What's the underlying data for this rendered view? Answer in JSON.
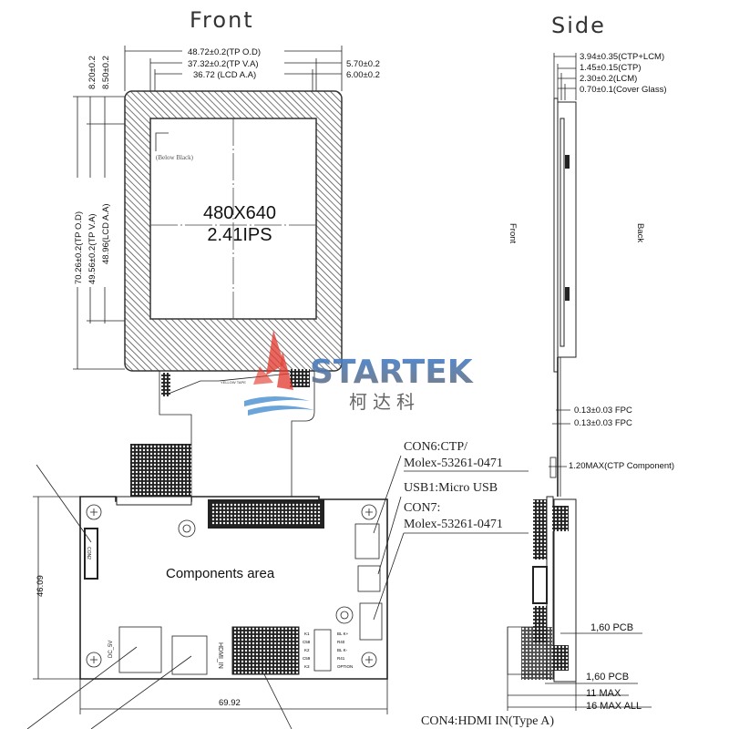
{
  "front": {
    "title": "Front",
    "dims_top": [
      "48.72±0.2(TP O.D)",
      "37.32±0.2(TP V.A)",
      "36.72 (LCD A.A)"
    ],
    "dims_right": [
      "5.70±0.2",
      "6.00±0.2"
    ],
    "dims_left": [
      "70.26±0.2(TP O.D)",
      "49.56±0.2(TP V.A)",
      "48.96(LCD A.A)"
    ],
    "dims_left_top": [
      "8.20±0.2",
      "8.50±0.2"
    ],
    "below_black": "(Below Black)",
    "resolution": "480X640",
    "size": "2.41IPS",
    "yellow_tape": "YELLOW TAPE"
  },
  "pcb": {
    "components_label": "Components area",
    "height_dim": "46.09",
    "width_dim": "69.92",
    "con2_label": "CON2",
    "hdmi_label": "HDMI_IN",
    "dc_label": "DC_5V",
    "con_pins": [
      "K1",
      "C58",
      "K2",
      "C59",
      "K3"
    ],
    "con_pins_right": [
      "BL K+",
      "R40",
      "BL K-",
      "R41",
      "OPTION"
    ]
  },
  "callouts": {
    "con6_line1": "CON6:CTP/",
    "con6_line2": "Molex-53261-0471",
    "usb1": "USB1:Micro USB",
    "con7_line1": "CON7:",
    "con7_line2": "Molex-53261-0471",
    "con4": "CON4:HDMI IN(Type A)"
  },
  "side": {
    "title": "Side",
    "dims": [
      "3.94±0.35(CTP+LCM)",
      "1.45±0.15(CTP)",
      "2.30±0.2(LCM)",
      "0.70±0.1(Cover Glass)"
    ],
    "front_label": "Front",
    "back_label": "Back",
    "fpc1": "0.13±0.03 FPC",
    "fpc2": "0.13±0.03 FPC",
    "ctp_component": "1.20MAX(CTP Component)",
    "pcb1": "1,60 PCB",
    "pcb2": "1,60 PCB",
    "max11": "11 MAX",
    "max16": "16 MAX ALL"
  },
  "logo": {
    "name": "STARTEK",
    "chinese": "柯达科"
  },
  "colors": {
    "logo_blue": "#4a7fc0",
    "logo_red": "#e23a2e",
    "hatch": "#555555"
  }
}
